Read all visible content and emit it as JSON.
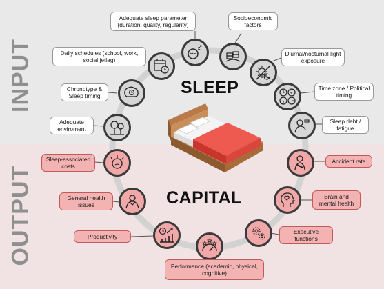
{
  "side_labels": {
    "input": "INPUT",
    "output": "OUTPUT"
  },
  "titles": {
    "sleep": "SLEEP",
    "capital": "CAPITAL"
  },
  "inputs": {
    "sleep_parameter": "Adequate sleep parameter (duration, quality, regularity)",
    "socioeconomic": "Socioeconomic factors",
    "light_exposure": "Diurnal/nocturnal light exposure",
    "time_zone": "Time zone / Political timing",
    "sleep_debt": "Sleep debt / fatigue",
    "daily_schedules": "Daily schedules (school, work, social jetlag)",
    "chronotype": "Chronotype & Sleep timing",
    "environment": "Adequate enviroment"
  },
  "outputs": {
    "costs": "Sleep-associated costs",
    "accident": "Accident rate",
    "general_health": "General health issues",
    "brain_health": "Brain and mental health",
    "productivity": "Productivity",
    "executive": "Executive functions",
    "performance": "Performance (academic, physical, cognitive)"
  },
  "icons": {
    "sleep_parameter": "sleeping-face-zzz-icon",
    "socioeconomic": "money-stacks-icon",
    "light_exposure": "sun-moon-crossed-icon",
    "time_zone": "clocks-icon",
    "sleep_debt": "tired-person-icon",
    "daily_schedules": "calendar-clock-icon",
    "chronotype": "brain-clock-icon",
    "environment": "trees-icon",
    "costs": "stressed-head-icon",
    "accident": "injured-person-icon",
    "general_health": "sick-person-icon",
    "brain_health": "head-heart-icon",
    "productivity": "growth-chart-clock-icon",
    "executive": "head-gears-icon",
    "performance": "gauge-stars-icon"
  },
  "colors": {
    "input_band": "#e9e9e9",
    "output_band": "#f1e3e3",
    "input_node": "#d6d6d6",
    "output_node": "#f0a8a8",
    "ring": "#d2d2d2",
    "accent": "#e8524a"
  }
}
